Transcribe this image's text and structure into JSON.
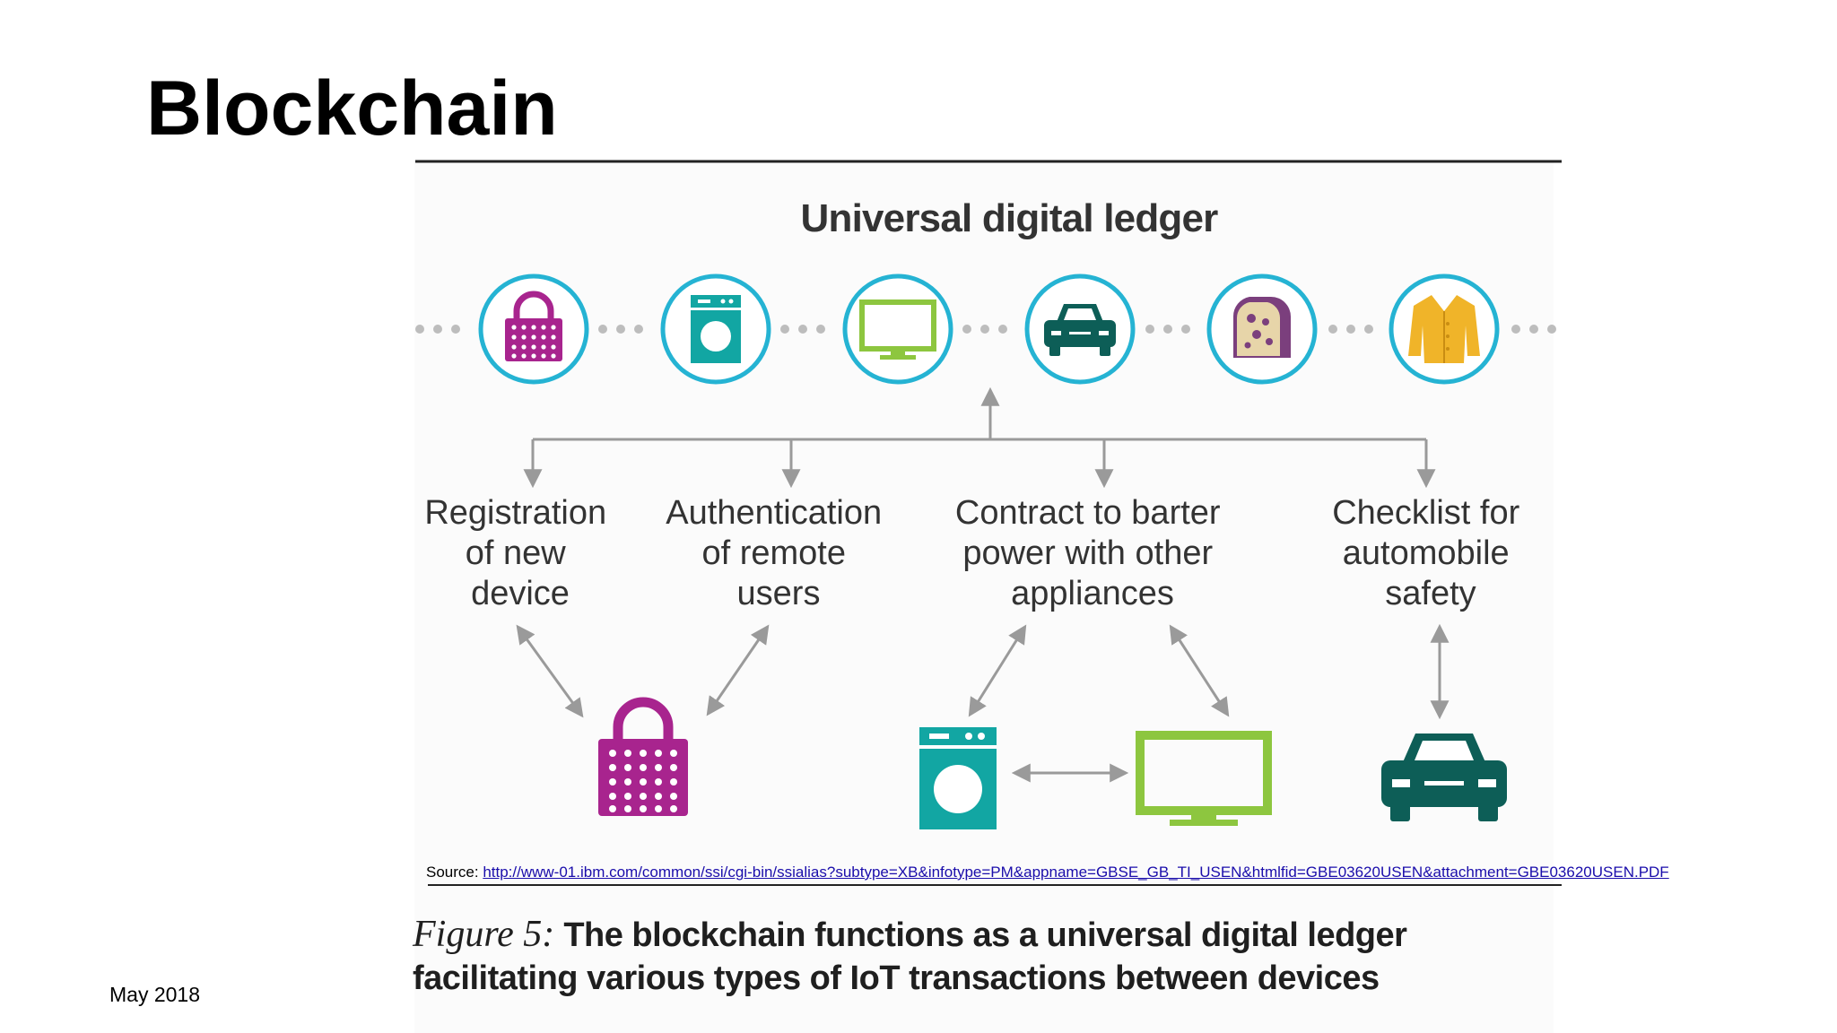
{
  "slide": {
    "title": "Blockchain",
    "date": "May 2018"
  },
  "diagram": {
    "heading": "Universal digital ledger",
    "chain_icons": [
      "lock-icon",
      "washing-machine-icon",
      "monitor-icon",
      "car-icon",
      "bread-icon",
      "coat-icon"
    ],
    "functions": [
      [
        "Registration",
        "of new",
        "device"
      ],
      [
        "Authentication",
        "of remote",
        "users"
      ],
      [
        "Contract to barter",
        "power with other",
        "appliances"
      ],
      [
        "Checklist for",
        "automobile",
        "safety"
      ]
    ],
    "colors": {
      "ring": "#25b3d3",
      "lock": "#a8248e",
      "washer": "#12a6a3",
      "monitor": "#8dc63f",
      "car": "#0d5e57",
      "bread": "#7b3f7d",
      "coat": "#f0b429",
      "arrow": "#9a9a9a",
      "text": "#333333"
    }
  },
  "source": {
    "label": "Source:",
    "url": "http://www-01.ibm.com/common/ssi/cgi-bin/ssialias?subtype=XB&infotype=PM&appname=GBSE_GB_TI_USEN&htmlfid=GBE03620USEN&attachment=GBE03620USEN.PDF"
  },
  "caption": {
    "prefix": "Figure 5:",
    "line1": "The blockchain functions as a universal digital ledger",
    "line2": "facilitating various types of IoT transactions between devices"
  }
}
